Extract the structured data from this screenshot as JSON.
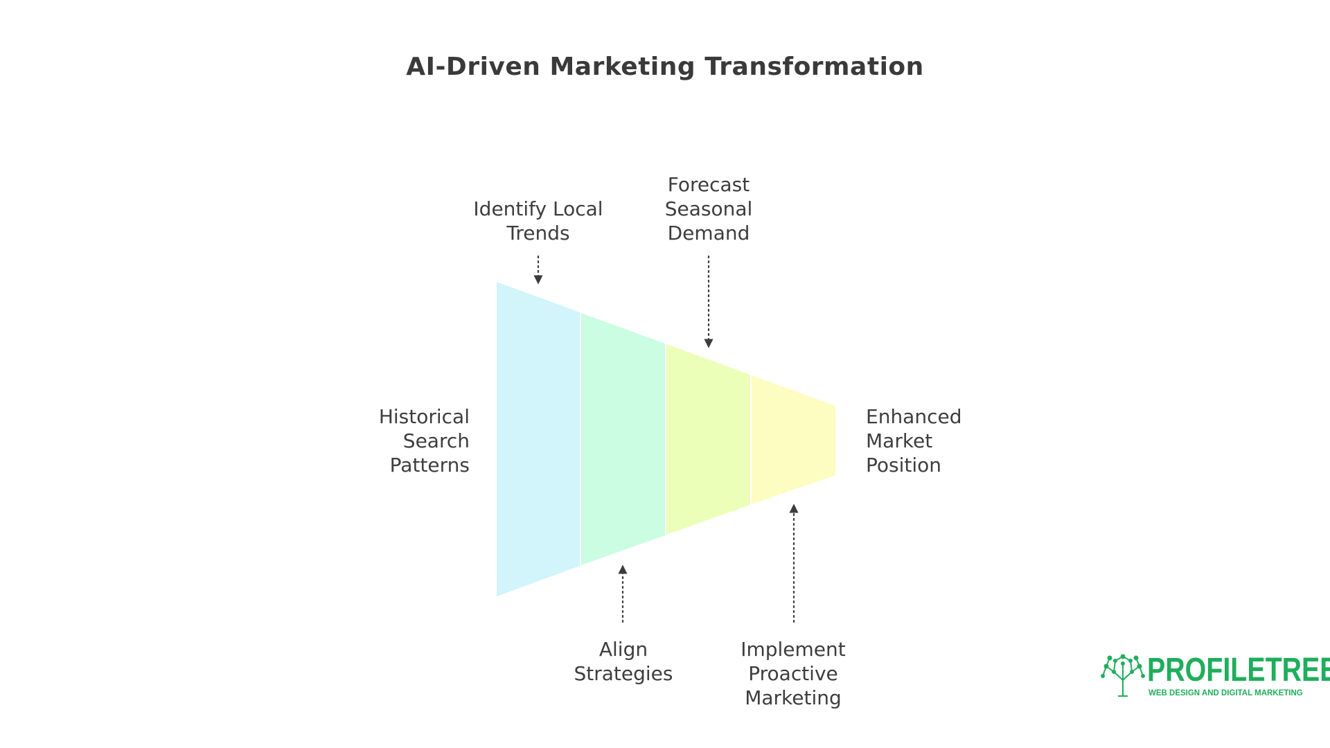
{
  "title": "AI-Driven Marketing Transformation",
  "stages": [
    {
      "name": "Historical Search Patterns",
      "color": "#d2f4fb"
    },
    {
      "name": "Align Strategies",
      "color": "#cbfde3"
    },
    {
      "name": "Forecast Seasonal Demand",
      "color": "#ebffb9"
    },
    {
      "name": "Enhanced Market Position",
      "color": "#fdfcc1"
    }
  ],
  "labels": {
    "input": "Historical\nSearch\nPatterns",
    "identify": "Identify Local\nTrends",
    "forecast": "Forecast\nSeasonal\nDemand",
    "align": "Align\nStrategies",
    "implement": "Implement\nProactive\nMarketing",
    "output": "Enhanced\nMarket\nPosition"
  },
  "logo": {
    "name": "PROFILETREE",
    "tagline": "WEB DESIGN AND DIGITAL MARKETING",
    "color": "#1fae5b"
  },
  "colors": {
    "text": "#3a3a3a",
    "arrow": "#3d3d3d"
  }
}
